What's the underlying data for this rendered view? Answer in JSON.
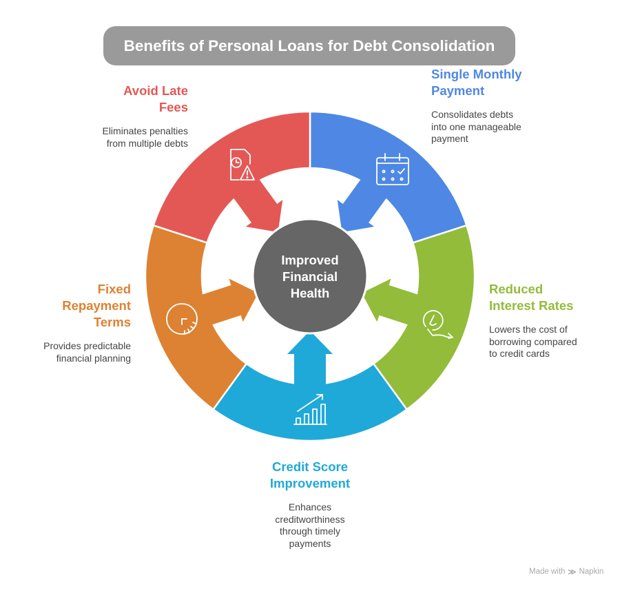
{
  "title": "Benefits of Personal Loans for Debt Consolidation",
  "center": "Improved\nFinancial\nHealth",
  "colors": {
    "red": "#E35855",
    "blue": "#4E88E4",
    "green": "#92BC3A",
    "cyan": "#1FA9D9",
    "orange": "#DD8232",
    "center": "#666666",
    "title_bg": "#9A9A9A"
  },
  "segments": [
    {
      "key": "single",
      "title": "Single Monthly\nPayment",
      "desc": "Consolidates debts\ninto one manageable\npayment",
      "icon": "calendar-icon",
      "color": "#4E88E4"
    },
    {
      "key": "interest",
      "title": "Reduced\nInterest Rates",
      "desc": "Lowers the cost of\nborrowing compared\nto credit cards",
      "icon": "coin-down-arrow-icon",
      "color": "#92BC3A"
    },
    {
      "key": "credit",
      "title": "Credit Score\nImprovement",
      "desc": "Enhances\ncreditworthiness\nthrough timely\npayments",
      "icon": "growth-chart-icon",
      "color": "#1FA9D9"
    },
    {
      "key": "fixed",
      "title": "Fixed\nRepayment\nTerms",
      "desc": "Provides predictable\nfinancial planning",
      "icon": "clock-dial-icon",
      "color": "#DD8232"
    },
    {
      "key": "latefees",
      "title": "Avoid Late\nFees",
      "desc": "Eliminates penalties\nfrom multiple debts",
      "icon": "document-clock-warning-icon",
      "color": "#E35855"
    }
  ],
  "footer": {
    "made_with": "Made with",
    "brand": "Napkin"
  }
}
